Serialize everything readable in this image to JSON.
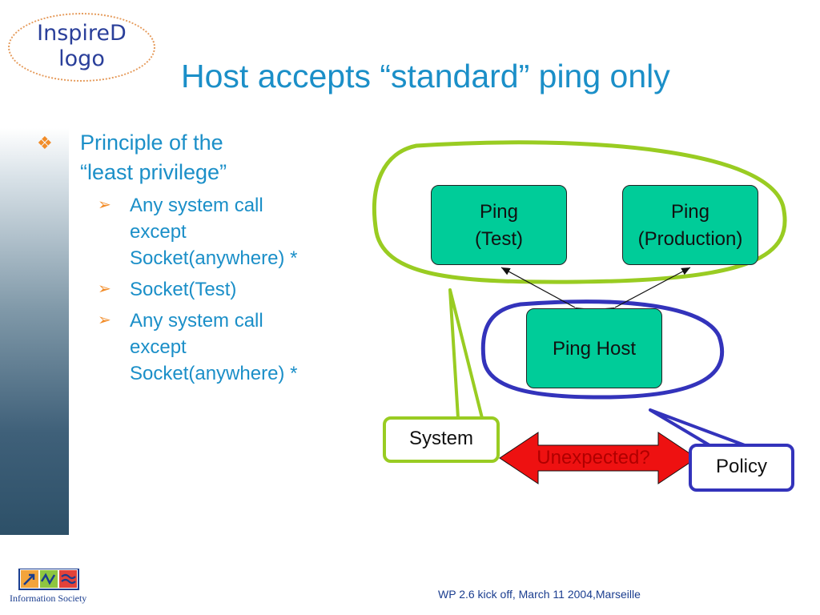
{
  "logo": {
    "line1": "InspireD",
    "line2": "logo"
  },
  "title": "Host accepts “standard” ping only",
  "bullets": {
    "main_line1": "Principle of the",
    "main_line2": "“least privilege”",
    "sub": [
      [
        "Any system call",
        "except",
        "Socket(anywhere) *"
      ],
      [
        "Socket(Test)"
      ],
      [
        "Any system call",
        "except",
        "Socket(anywhere) *"
      ]
    ]
  },
  "diagram": {
    "ping_test": [
      "Ping",
      "(Test)"
    ],
    "ping_production": [
      "Ping",
      "(Production)"
    ],
    "ping_host": "Ping Host",
    "system_label": "System",
    "policy_label": "Policy",
    "unexpected_label": "Unexpected?"
  },
  "footer": "WP 2.6 kick off, March 11 2004,Marseille",
  "info_society": "Information Society",
  "colors": {
    "title": "#1b8fc8",
    "node_fill": "#00cc99",
    "system_outline": "#99cc22",
    "policy_outline": "#3333bb",
    "unexpected_fill": "#ee1111"
  }
}
